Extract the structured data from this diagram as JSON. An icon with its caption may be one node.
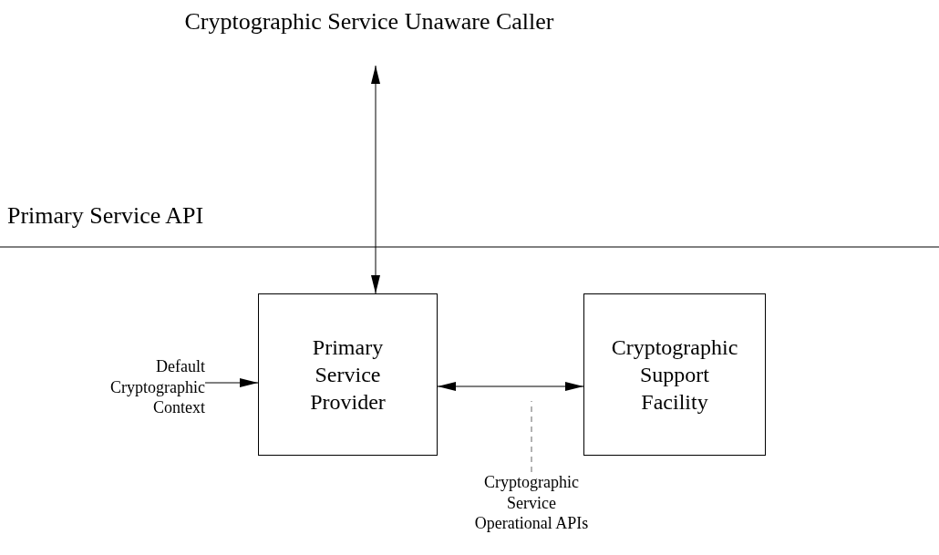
{
  "diagram": {
    "nodes": [
      {
        "text": [
          "Cryptographic Service Unaware Caller"
        ]
      },
      {
        "text": [
          "Default Cryptographic Context"
        ]
      },
      {
        "text": [
          "Primary Service Provider"
        ]
      },
      {
        "text": [
          "Cryptographic Support Facility"
        ]
      },
      {
        "text": [
          "Cryptographic Service Operational APIs"
        ]
      }
    ],
    "edges": [
      {
        "from": 0,
        "to": 2,
        "arrow": "both"
      },
      {
        "from": 1,
        "to": 2,
        "arrow": "to"
      },
      {
        "from": 2,
        "to": 3,
        "arrow": "both"
      },
      {
        "from": 4,
        "to": null,
        "arrow": "none",
        "style": "dashed",
        "color": "#666666"
      }
    ],
    "labels": [
      "Primary Service API"
    ]
  }
}
